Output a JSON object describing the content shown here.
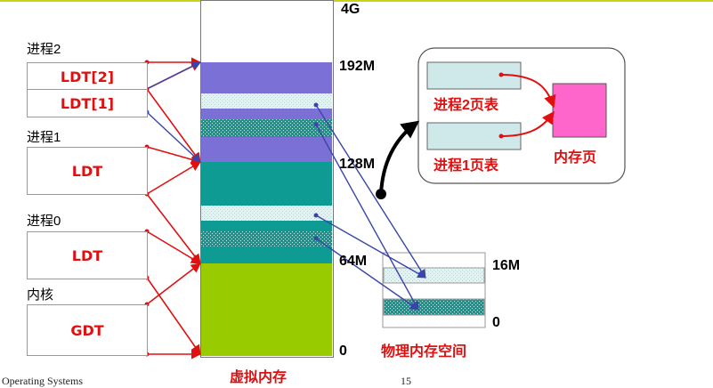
{
  "processes": {
    "p2": {
      "title": "进程2",
      "ldt2": "LDT[2]",
      "ldt1": "LDT[1]"
    },
    "p1": {
      "title": "进程1",
      "ldt": "LDT"
    },
    "p0": {
      "title": "进程0",
      "ldt": "LDT"
    },
    "kernel": {
      "title": "内核",
      "gdt": "GDT"
    }
  },
  "virtual_memory": {
    "caption": "虚拟内存",
    "marks": {
      "top": "4G",
      "m192": "192M",
      "m128": "128M",
      "m64": "64M",
      "zero": "0"
    }
  },
  "physical_memory": {
    "caption": "物理内存空间",
    "marks": {
      "top": "16M",
      "zero": "0"
    }
  },
  "page_table_inset": {
    "p2_table": "进程2页表",
    "p1_table": "进程1页表",
    "mem_page": "内存页"
  },
  "footer": {
    "left": "Operating Systems",
    "right": "15"
  },
  "colors": {
    "purple": "#7b70d6",
    "light_cyan": "#d8eef0",
    "teal": "#0e9b93",
    "green": "#99cc00",
    "magenta": "#ff66cc",
    "red": "#e01010",
    "blue": "#3a44aa"
  }
}
